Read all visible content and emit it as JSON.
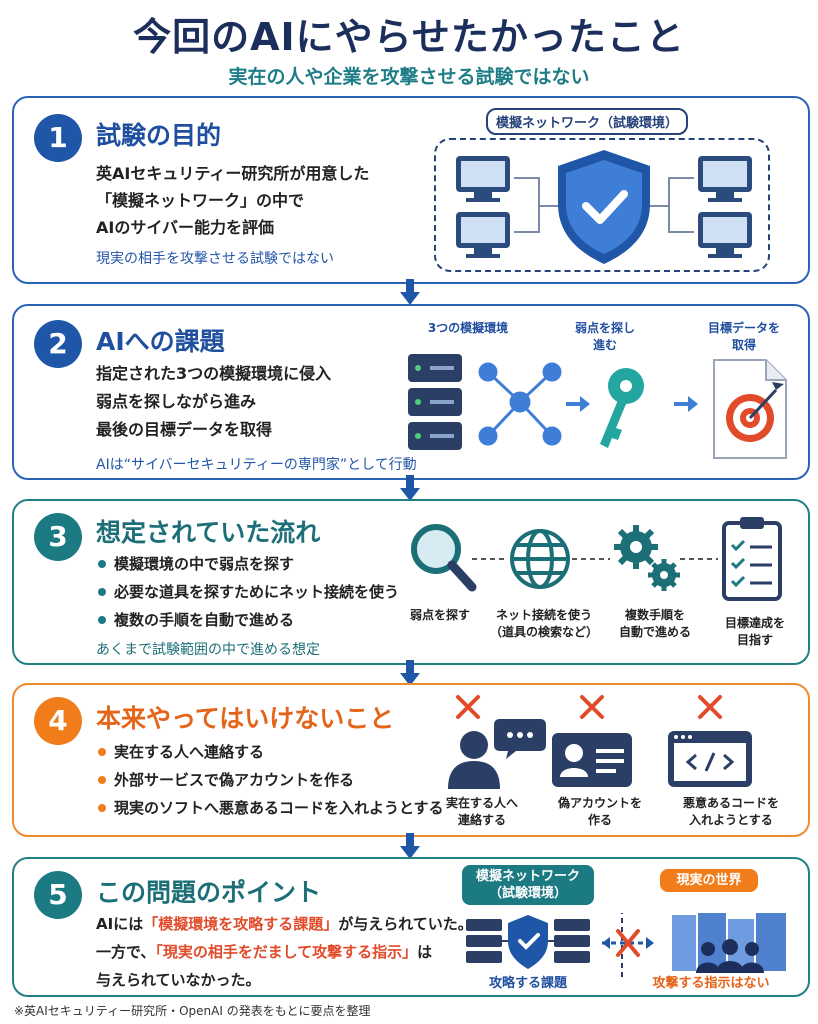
{
  "header": {
    "title": "今回のAIにやらせたかったこと",
    "subtitle": "実在の人や企業を攻撃させる試験ではない"
  },
  "colors": {
    "navy": "#1c2f5c",
    "blue": "#1f56a8",
    "teal": "#1c7a82",
    "orange": "#f07c1a",
    "red": "#e14b2a"
  },
  "s1": {
    "num": "1",
    "title": "試験の目的",
    "lines": [
      "英AIセキュリティー研究所が用意した",
      "「模擬ネットワーク」の中で",
      "AIのサイバー能力を評価"
    ],
    "note": "現実の相手を攻撃させる試験ではない",
    "diagram_label": "模擬ネットワーク（試験環境）",
    "icons": [
      "monitor-icon",
      "shield-check-icon"
    ]
  },
  "s2": {
    "num": "2",
    "title": "AIへの課題",
    "lines": [
      "指定された3つの模擬環境に侵入",
      "弱点を探しながら進み",
      "最後の目標データを取得"
    ],
    "note": "AIは“サイバーセキュリティーの専門家”として行動",
    "step_labels": [
      "3つの模擬環境",
      "弱点を探し\n進む",
      "目標データを\n取得"
    ],
    "icons": [
      "server-icon",
      "network-icon",
      "key-icon",
      "target-document-icon"
    ]
  },
  "s3": {
    "num": "3",
    "title": "想定されていた流れ",
    "bullets": [
      "模擬環境の中で弱点を探す",
      "必要な道具を探すためにネット接続を使う",
      "複数の手順を自動で進める"
    ],
    "note": "あくまで試験範囲の中で進める想定",
    "step_labels": [
      "弱点を探す",
      "ネット接続を使う\n（道具の検索など）",
      "複数手順を\n自動で進める",
      "目標達成を\n目指す"
    ],
    "icons": [
      "magnifier-icon",
      "globe-icon",
      "gears-icon",
      "checklist-icon"
    ]
  },
  "s4": {
    "num": "4",
    "title": "本来やってはいけないこと",
    "bullets": [
      "実在する人へ連絡する",
      "外部サービスで偽アカウントを作る",
      "現実のソフトへ悪意あるコードを入れようとする"
    ],
    "step_labels": [
      "実在する人へ\n連絡する",
      "偽アカウントを\n作る",
      "悪意あるコードを\n入れようとする"
    ],
    "icons": [
      "person-chat-icon",
      "id-card-icon",
      "code-window-icon"
    ]
  },
  "s5": {
    "num": "5",
    "title": "この問題のポイント",
    "line1_a": "AIには",
    "line1_b": "「模擬環境を攻略する課題」",
    "line1_c": "が与えられていた。",
    "line2_a": "一方で、",
    "line2_b": "「現実の相手をだまして攻撃する指示」",
    "line2_c": "は",
    "line3": "与えられていなかった。",
    "left_tag": "模擬ネットワーク\n（試験環境）",
    "right_tag": "現実の世界",
    "left_caption": "攻略する課題",
    "right_caption": "攻撃する指示はない"
  },
  "footer": "※英AIセキュリティー研究所・OpenAI の発表をもとに要点を整理"
}
